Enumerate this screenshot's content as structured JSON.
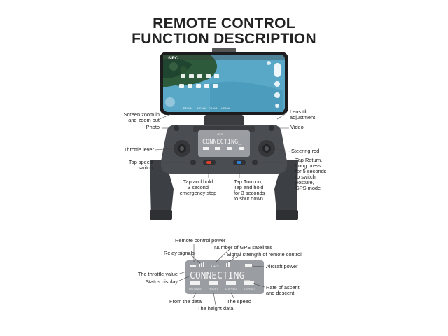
{
  "title": {
    "line1": "REMOTE CONTROL",
    "line2": "FUNCTION DESCRIPTION"
  },
  "phone": {
    "brand": "SIRC",
    "bottom_labels": [
      "ET:N/A",
      "HT:N/A",
      "DS:N/A",
      "VS:N/A"
    ]
  },
  "lcd": {
    "connecting": "CONNECTING_",
    "gps_label": "GPS",
    "fields": [
      "DISTANCE",
      "HEIGHT",
      "D-SPEED",
      "V-SPEED"
    ]
  },
  "top_labels": {
    "zoom": "Screen zoom in\nand zoom out",
    "photo": "Photo",
    "lens_tilt": "Lens tilt\nadjustment",
    "video": "Video",
    "throttle_lever": "Throttle lever",
    "steering_rod": "Steering rod",
    "tap_speed": "Tap speed\nswitch",
    "tap_return": "Tap Return,\nLong press\nfor 5 seconds\nto switch\nposture,\nGPS mode",
    "emergency_stop": "Tap and hold\n3 second\nemergency stop",
    "tap_turn_on": "Tap Turn on,\nTap and hold\nfor 3 seconds\nto shut down"
  },
  "bottom_labels": {
    "rc_power": "Remote control power",
    "relay": "Relay signals",
    "gps_sats": "Number of GPS satellites",
    "signal_strength": "Signal strength of remote control",
    "throttle_value": "The throttle value",
    "aircraft_power": "Aircraft power",
    "status_display": "Status display",
    "rate": "Rate of ascent\nand descent",
    "from_data": "From the data",
    "height_data": "The height data",
    "speed": "The speed"
  },
  "colors": {
    "controller": "#4a4d52",
    "controller_dark": "#2f3135",
    "lcd": "#9a9ea3",
    "phone_screen": "#5aa8c8",
    "red_button": "#d8432a",
    "blue_button": "#2f7fd0"
  }
}
